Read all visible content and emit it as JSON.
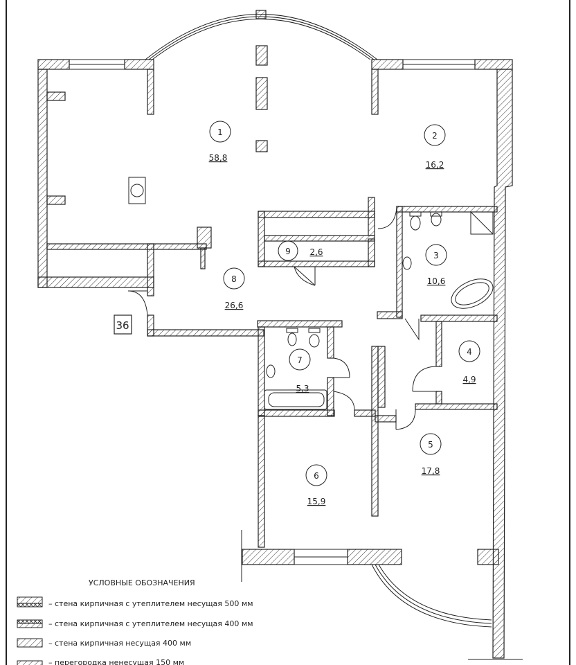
{
  "plan": {
    "apartment_number": "36",
    "rooms": [
      {
        "number": "1",
        "area": "58,8"
      },
      {
        "number": "2",
        "area": "16,2"
      },
      {
        "number": "3",
        "area": "10,6"
      },
      {
        "number": "4",
        "area": "4,9"
      },
      {
        "number": "5",
        "area": "17,8"
      },
      {
        "number": "6",
        "area": "15,9"
      },
      {
        "number": "7",
        "area": "5,3"
      },
      {
        "number": "8",
        "area": "26,6"
      },
      {
        "number": "9",
        "area": "2,6"
      }
    ]
  },
  "legend": {
    "title": "УСЛОВНЫЕ ОБОЗНАЧЕНИЯ",
    "items": [
      {
        "label": "–  стена кирпичная с утеплителем несущая  500 мм"
      },
      {
        "label": "–  стена кирпичная с утеплителем несущая  400 мм"
      },
      {
        "label": "–  стена кирпичная несущая 400 мм"
      },
      {
        "label": "–  перегородка ненесущая 150   мм"
      }
    ]
  }
}
